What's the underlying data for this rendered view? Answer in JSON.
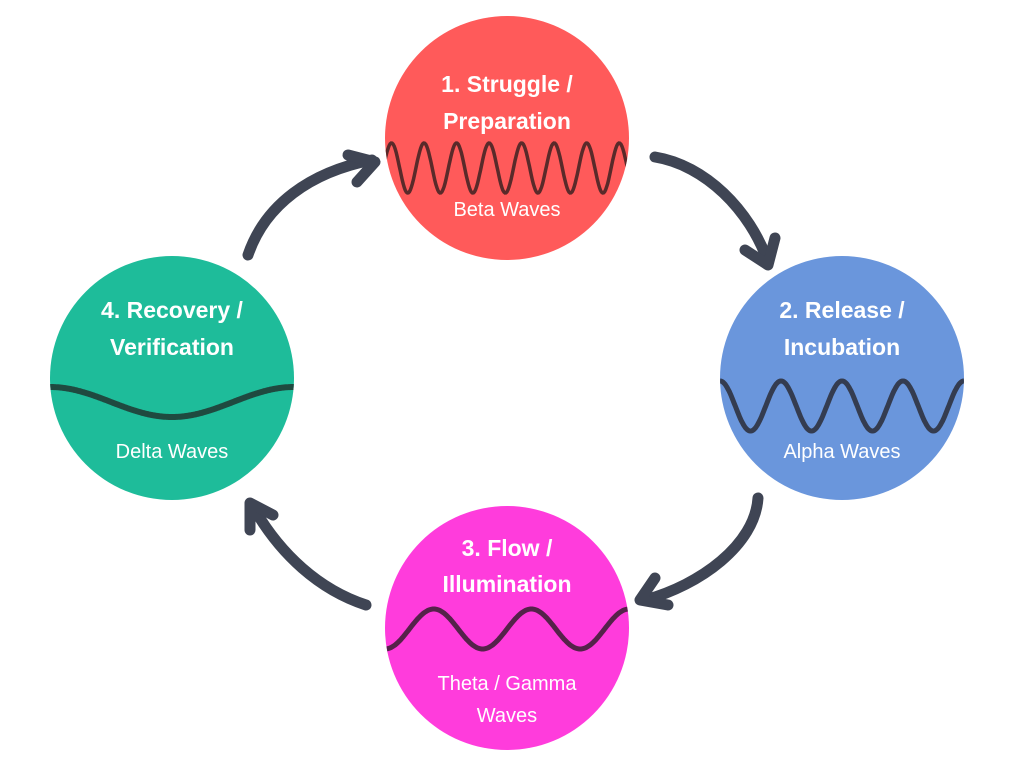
{
  "diagram": {
    "type": "cycle",
    "colors": {
      "arrow": "#3f4554",
      "text": "#ffffff"
    },
    "stages": [
      {
        "id": "struggle",
        "title_line1": "1. Struggle /",
        "title_line2": "Preparation",
        "wave_label_line1": "Beta Waves",
        "wave_label_line2": "",
        "color": "#ff5a5a",
        "wave_color": "#5a2a2a",
        "wave_cycles": 7.5
      },
      {
        "id": "release",
        "title_line1": "2. Release /",
        "title_line2": "Incubation",
        "wave_label_line1": "Alpha Waves",
        "wave_label_line2": "",
        "color": "#6a96dc",
        "wave_color": "#343c50",
        "wave_cycles": 4
      },
      {
        "id": "flow",
        "title_line1": "3. Flow /",
        "title_line2": "Illumination",
        "wave_label_line1": "Theta / Gamma",
        "wave_label_line2": "Waves",
        "color": "#ff3cdc",
        "wave_color": "#55224a",
        "wave_cycles": 2.5
      },
      {
        "id": "recovery",
        "title_line1": "4. Recovery /",
        "title_line2": "Verification",
        "wave_label_line1": "Delta Waves",
        "wave_label_line2": "",
        "color": "#1ebc9a",
        "wave_color": "#1f4a40",
        "wave_cycles": 1
      }
    ],
    "edges": [
      {
        "from": "struggle",
        "to": "release"
      },
      {
        "from": "release",
        "to": "flow"
      },
      {
        "from": "flow",
        "to": "recovery"
      },
      {
        "from": "recovery",
        "to": "struggle"
      }
    ]
  }
}
